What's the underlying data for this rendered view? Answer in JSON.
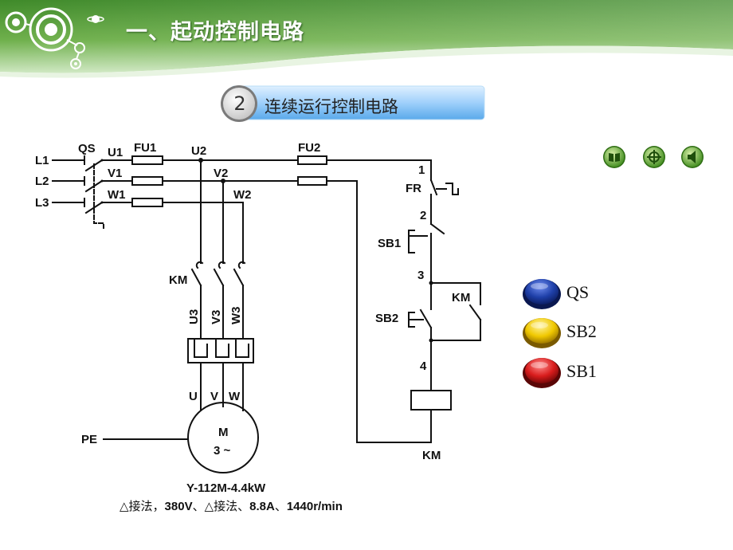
{
  "header": {
    "title": "一、起动控制电路",
    "colors": {
      "green_dark": "#5a9e3c",
      "green_light": "#e6f3df"
    }
  },
  "subtitle": {
    "number": "2",
    "text": "连续运行控制电路"
  },
  "nav": [
    {
      "icon": "book-icon"
    },
    {
      "icon": "target-icon"
    },
    {
      "icon": "speaker-icon"
    }
  ],
  "legend": [
    {
      "label": "QS",
      "color": "#1e3fa8"
    },
    {
      "label": "SB2",
      "color": "#f0c800"
    },
    {
      "label": "SB1",
      "color": "#d81c1c"
    }
  ],
  "diagram": {
    "lines": [
      "L1",
      "L2",
      "L3"
    ],
    "qs": "QS",
    "fu1": "FU1",
    "fu2": "FU2",
    "phase1": [
      "U1",
      "V1",
      "W1"
    ],
    "phase2": [
      "U2",
      "V2",
      "W2"
    ],
    "phase3": [
      "U3",
      "V3",
      "W3"
    ],
    "motor_terms": [
      "U",
      "V",
      "W"
    ],
    "km_main": "KM",
    "motor_m": "M",
    "motor_phases": "3 ~",
    "pe": "PE",
    "motor_model": "Y-112M-4.4kW",
    "nodes": [
      "1",
      "2",
      "3",
      "4"
    ],
    "fr": "FR",
    "sb1": "SB1",
    "sb2": "SB2",
    "km_aux": "KM",
    "km_coil": "KM"
  },
  "caption": {
    "p1": "△接法，",
    "v": "380V",
    "p2": "、△接法、",
    "a": "8.8A",
    "p3": "、",
    "r": "1440r/min"
  }
}
